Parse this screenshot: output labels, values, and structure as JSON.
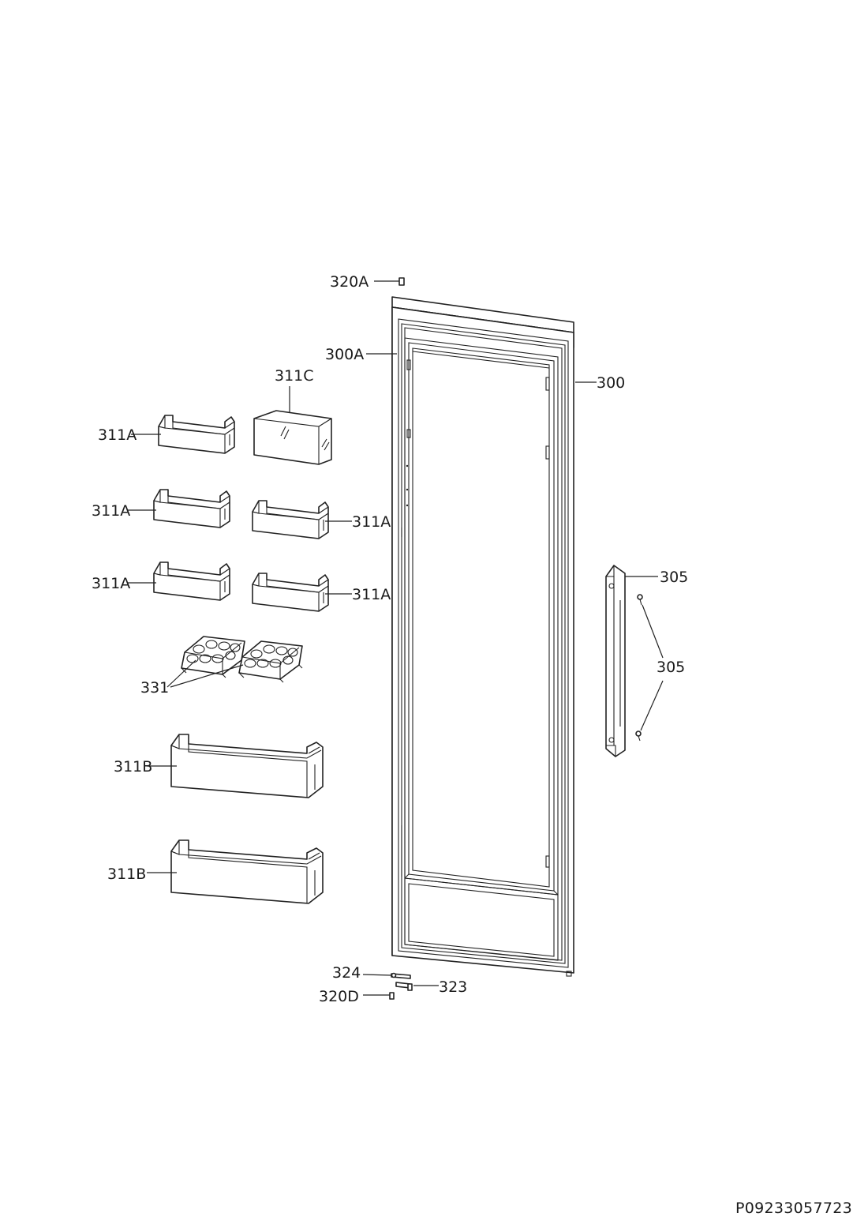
{
  "diagram": {
    "labels": {
      "p320A": "320A",
      "p300A": "300A",
      "p300": "300",
      "p311C": "311C",
      "p311A_1": "311A",
      "p311A_2": "311A",
      "p311A_3": "311A",
      "p311A_4": "311A",
      "p311A_5": "311A",
      "p305_top": "305",
      "p305_mid": "305",
      "p331": "331",
      "p311B_1": "311B",
      "p311B_2": "311B",
      "p324": "324",
      "p323": "323",
      "p320D": "320D"
    },
    "document_number": "P09233057723"
  }
}
